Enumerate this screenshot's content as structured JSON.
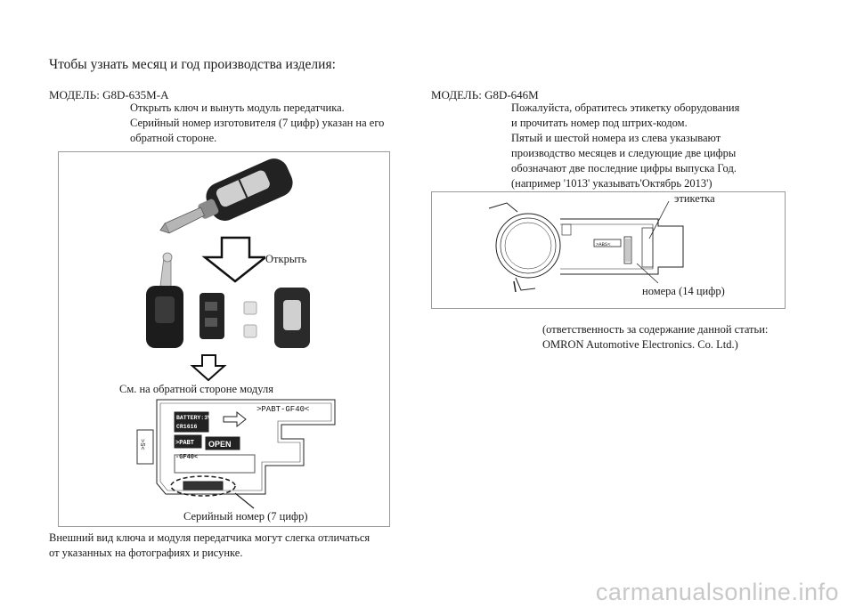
{
  "heading": "Чтобы узнать месяц и год производства изделия:",
  "left": {
    "model": "МОДЕЛЬ: G8D-635M-A",
    "lines": [
      "Открыть ключ и вынуть модуль передатчика.",
      "Серийный номер изготовителя (7 цифр) указан на его",
      "обратной стороне."
    ],
    "figure": {
      "open_label": "Открыть",
      "see_back_label": "См. на обратной стороне модуля",
      "serial_label": "Серийный номер (7 цифр)",
      "board_texts": {
        "part_top": ">PABT-GF40<",
        "battery": "BATTERY:3V",
        "cell": "CR1616",
        "pabt": ">PABT",
        "gf40": "-GF40<",
        "open": "OPEN",
        "side": ">S<"
      }
    },
    "footnote_lines": [
      "Внешний вид ключа и модуля передатчика могут слегка отличаться",
      "от указанных на фотографиях и рисунке."
    ]
  },
  "right": {
    "model": "МОДЕЛЬ: G8D-646M",
    "lines": [
      "Пожалуйста, обратитесь этикетку оборудования",
      "и прочитать номер под штрих-кодом.",
      "Пятый и шестой номера из слева указывают",
      "производство месяцев и следующие две цифры",
      "обозначают две последние цифры выпуска Год.",
      "(например '1013' указывать'Октябрь 2013')"
    ],
    "figure": {
      "label_text": "этикетка",
      "digits_text": "номера (14 цифр)",
      "board_text": ">ABS<"
    },
    "credit_lines": [
      "(ответственность за содержание данной статьи:",
      "OMRON Automotive Electronics. Co. Ltd.)"
    ]
  },
  "watermark": "carmanualsonline.info"
}
